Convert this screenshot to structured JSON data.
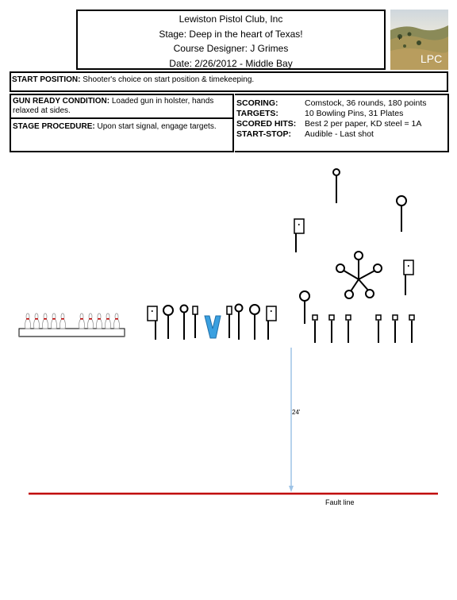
{
  "header": {
    "club": "Lewiston Pistol Club, Inc",
    "stage": "Stage: Deep in the heart of Texas!",
    "designer": "Course Designer: J Grimes",
    "date": "Date: 2/26/2012 -  Middle Bay",
    "logo_text": "LPC"
  },
  "start_position": {
    "label": "START POSITION:",
    "text": "Shooter's choice on start position & timekeeping."
  },
  "gun_ready": {
    "label": "GUN READY CONDITION:",
    "text": "Loaded gun in holster, hands relaxed at sides."
  },
  "stage_procedure": {
    "label": "STAGE PROCEDURE:",
    "text": "Upon start signal, engage targets."
  },
  "scoring": [
    {
      "key": "SCORING:",
      "value": "Comstock, 36 rounds, 180 points"
    },
    {
      "key": "TARGETS:",
      "value": "10 Bowling Pins, 31 Plates"
    },
    {
      "key": "SCORED HITS:",
      "value": "Best 2 per paper, KD steel = 1A"
    },
    {
      "key": "START-STOP:",
      "value": "Audible - Last shot"
    }
  ],
  "diagram": {
    "distance_label": "24'",
    "fault_line_label": "Fault line",
    "fault_line_color": "#c00000",
    "pin_color": "#c00000",
    "shooter_color": "#3aa0e0",
    "distance_line_color": "#9dc3e6"
  }
}
